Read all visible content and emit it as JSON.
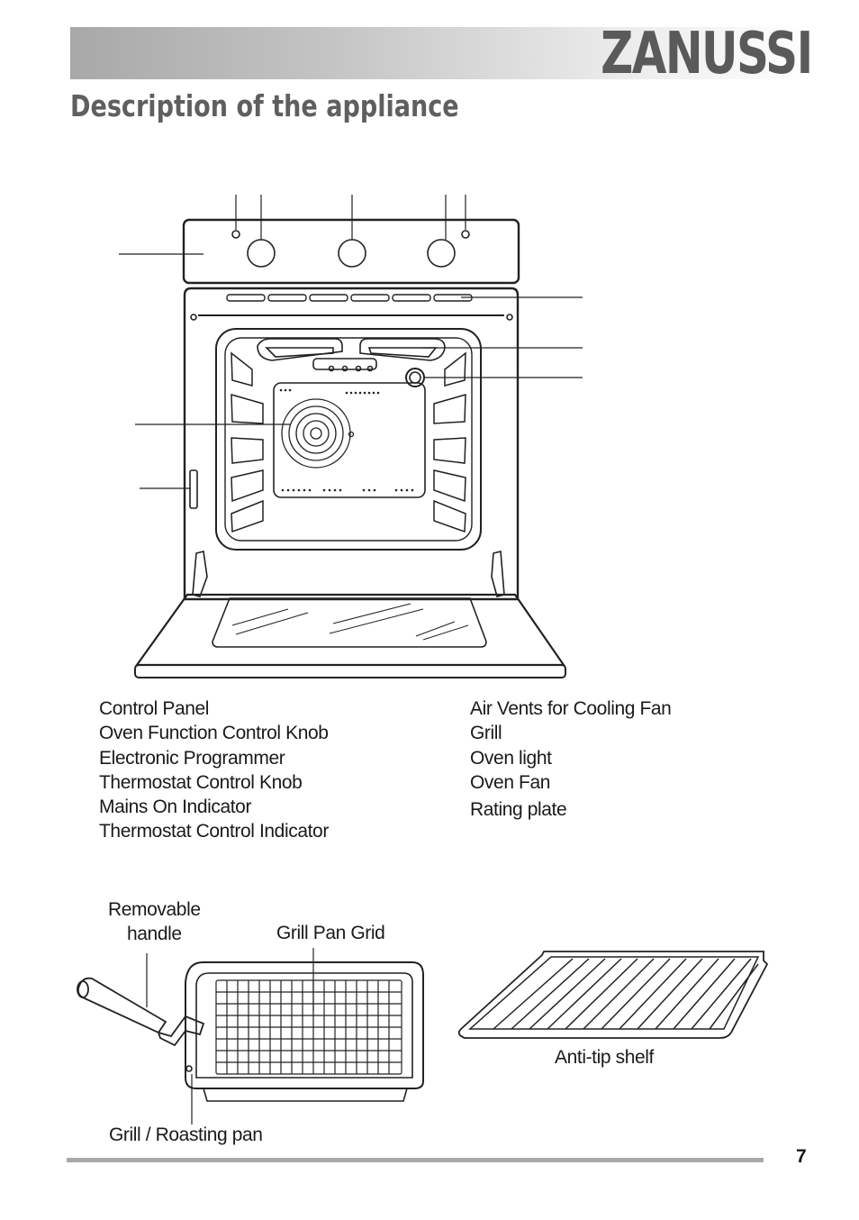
{
  "header": {
    "brand": "ZANUSSI",
    "title": "Description of the appliance"
  },
  "legend": {
    "left": [
      "Control Panel",
      "Oven Function Control Knob",
      "Electronic Programmer",
      "Thermostat Control Knob",
      "Mains On Indicator",
      "Thermostat Control Indicator"
    ],
    "right": [
      "Air Vents for Cooling Fan",
      "Grill",
      "Oven light",
      "Oven Fan",
      "Rating plate"
    ]
  },
  "accessories": {
    "removable_handle_line1": "Removable",
    "removable_handle_line2": "handle",
    "grill_pan_grid": "Grill Pan Grid",
    "grill_roasting_pan": "Grill / Roasting pan",
    "anti_tip_shelf": "Anti-tip shelf"
  },
  "footer": {
    "page_number": "7"
  }
}
